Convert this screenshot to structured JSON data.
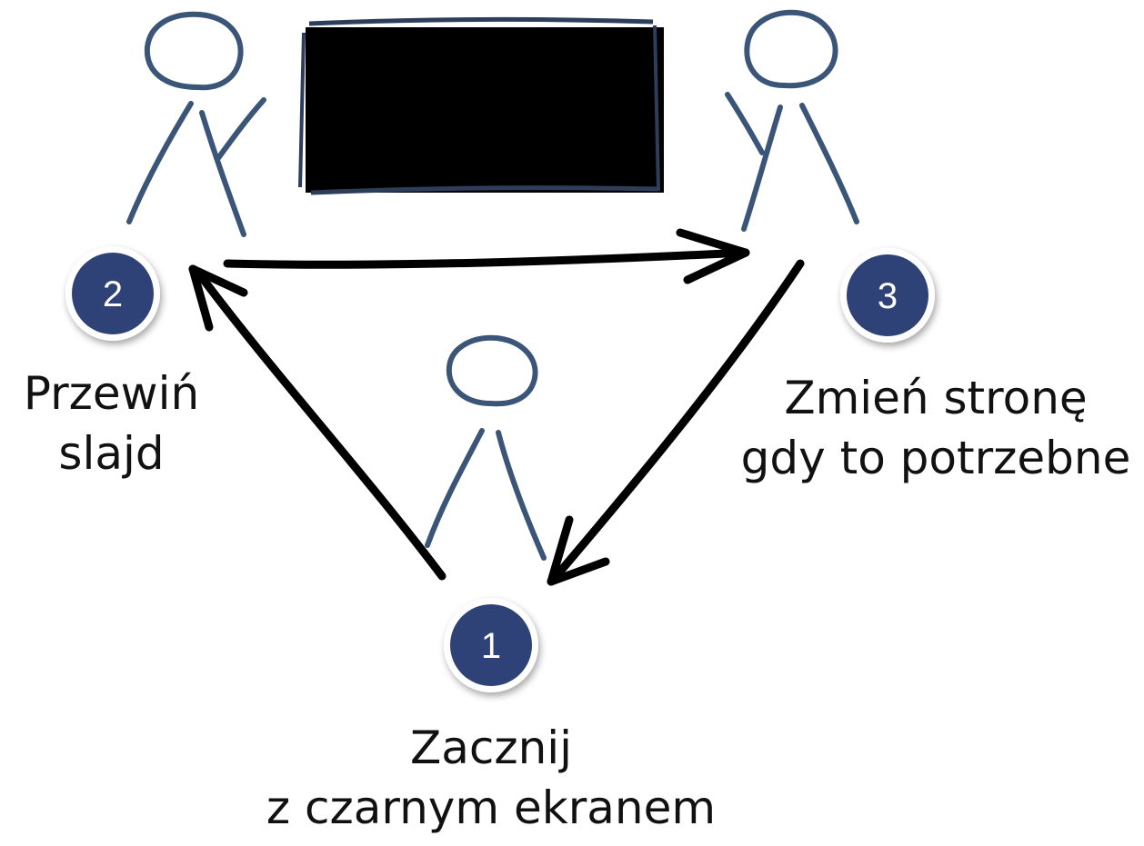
{
  "steps": [
    {
      "number": "1",
      "caption_line1": "Zacznij",
      "caption_line2": "z czarnym ekranem"
    },
    {
      "number": "2",
      "caption_line1": "Przewiń",
      "caption_line2": "slajd"
    },
    {
      "number": "3",
      "caption_line1": "Zmień stronę",
      "caption_line2": "gdy to potrzebne"
    }
  ],
  "colors": {
    "figure_stroke": "#3a5578",
    "badge_fill": "#2e4277",
    "arrow": "#000000",
    "screen": "#000000"
  }
}
